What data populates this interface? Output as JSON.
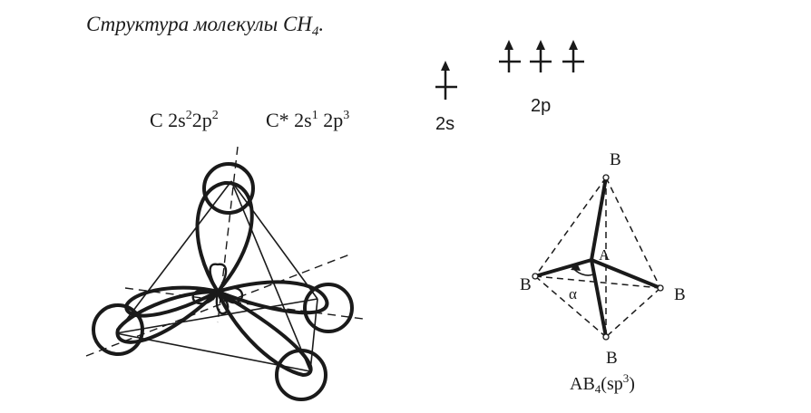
{
  "title": {
    "main": "Структура молекулы CH",
    "sub": "4",
    "tail": "."
  },
  "config": {
    "ground": {
      "el": "C 2s",
      "s_sup": "2",
      "mid": "2p",
      "p_sup": "2"
    },
    "excited": {
      "el": "C* 2s",
      "s_sup": "1",
      "mid": " 2p",
      "p_sup": "3"
    }
  },
  "orbitals": {
    "s_label": "2s",
    "p_label": "2p"
  },
  "tetra": {
    "top_label": "B",
    "left_label": "B",
    "right_label": "B",
    "bottom_label": "B",
    "center_label": "A",
    "angle_label": "α",
    "caption": {
      "pre": "AB",
      "sub": "4",
      "mid": "(sp",
      "sup": "3",
      "post": ")"
    }
  },
  "colors": {
    "ink": "#1a1a1a"
  }
}
